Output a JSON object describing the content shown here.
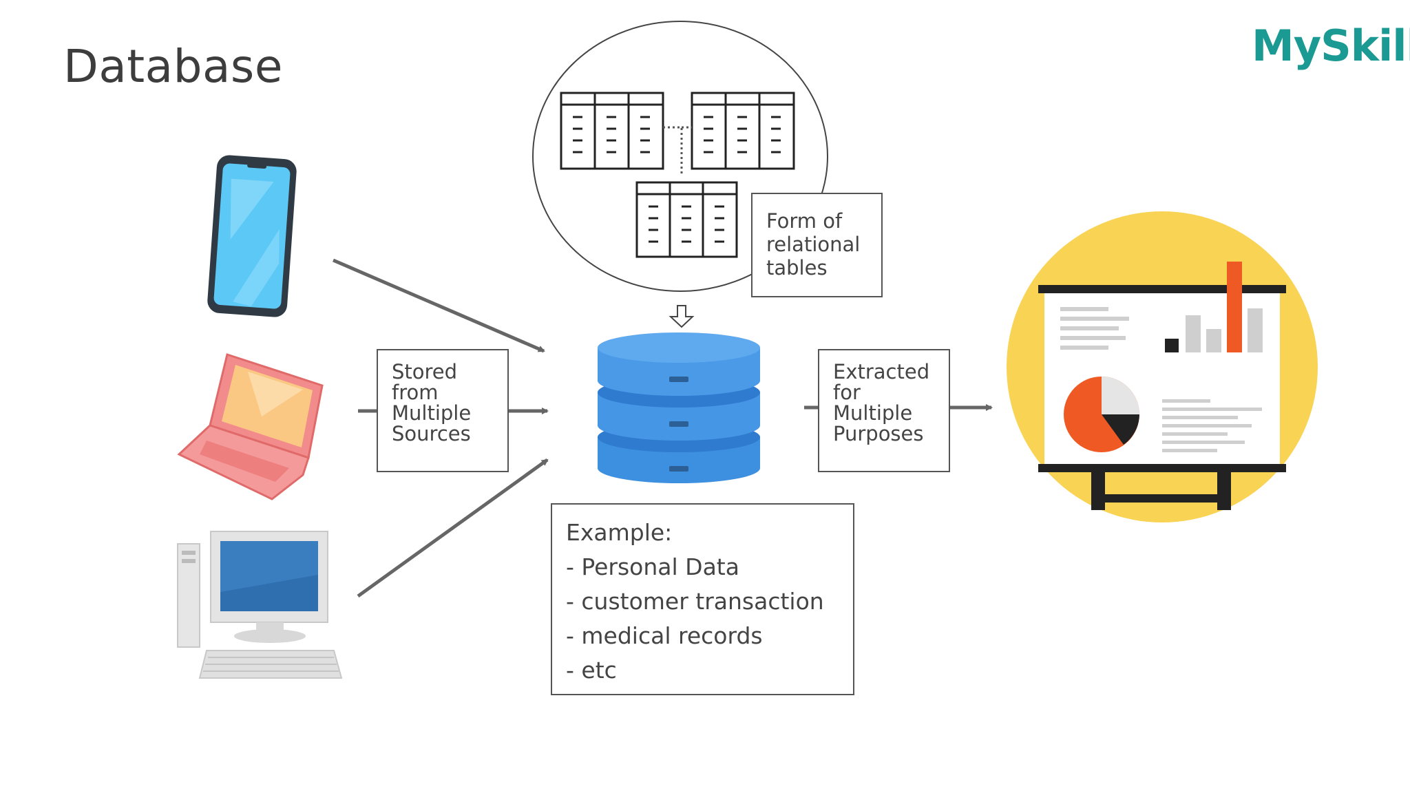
{
  "slide": {
    "title": "Database",
    "logo": "MySkill"
  },
  "diagram": {
    "sources": [
      {
        "icon": "smartphone-icon"
      },
      {
        "icon": "laptop-icon"
      },
      {
        "icon": "desktop-computer-icon"
      }
    ],
    "stored_label": [
      "Stored",
      "from",
      "Multiple",
      "Sources"
    ],
    "relational_label": [
      "Form of",
      "relational",
      "tables"
    ],
    "extracted_label": [
      "Extracted",
      "for",
      "Multiple",
      "Purposes"
    ],
    "example": {
      "heading": "Example:",
      "items": [
        "- Personal Data",
        "- customer transaction",
        "- medical records",
        "- etc"
      ]
    },
    "center_icon": "database-icon",
    "target_icon": "presentation-board-icon",
    "colors": {
      "arrow": "#666666",
      "database": "#3d8fe0",
      "presentation_circle": "#f9d354",
      "logo": "#1a9a92"
    }
  }
}
